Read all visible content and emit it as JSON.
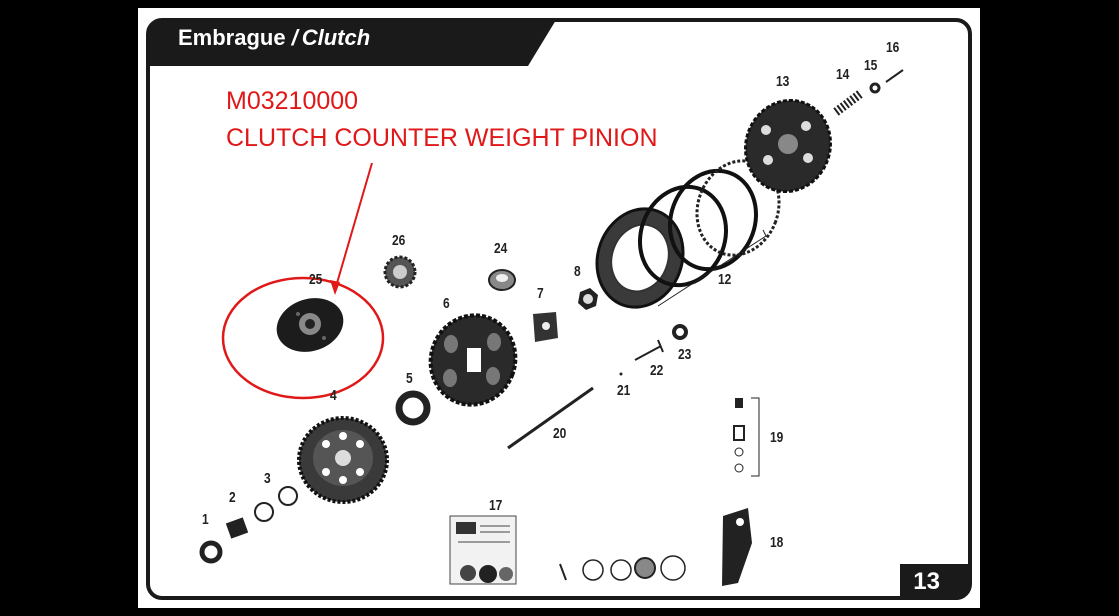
{
  "header": {
    "title_fr": "Embrague",
    "separator": "/",
    "title_en": "Clutch"
  },
  "annotation": {
    "part_code": "M03210000",
    "part_name": "CLUTCH COUNTER WEIGHT PINION",
    "color": "#e01818"
  },
  "callouts": [
    "1",
    "2",
    "3",
    "4",
    "5",
    "6",
    "7",
    "8",
    "12",
    "13",
    "14",
    "15",
    "16",
    "17",
    "18",
    "19",
    "20",
    "21",
    "22",
    "23",
    "24",
    "25",
    "26"
  ],
  "page_number": "13"
}
